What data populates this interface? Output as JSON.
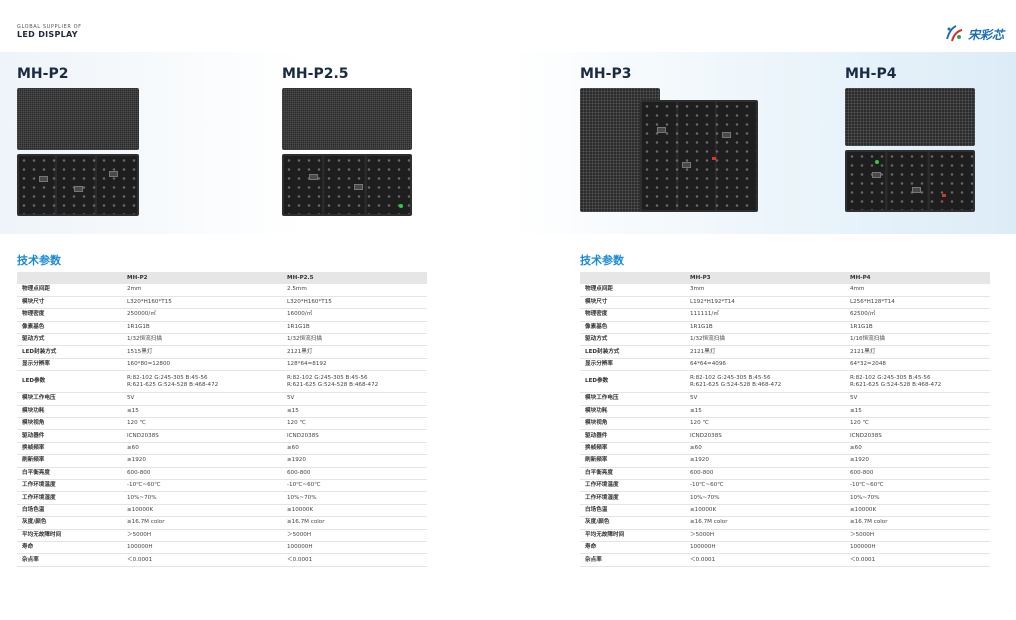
{
  "brand": {
    "subtitle": "GLOBAL SUPPLIER OF",
    "title": "LED DISPLAY"
  },
  "logo": {
    "text": "宋彩芯",
    "colors": {
      "blue": "#1a6fb8",
      "red": "#d9262c",
      "green": "#2aa34a"
    }
  },
  "products": [
    {
      "model": "MH-P2"
    },
    {
      "model": "MH-P2.5"
    },
    {
      "model": "MH-P3"
    },
    {
      "model": "MH-P4"
    }
  ],
  "section_title": "技术参数",
  "spec_labels": [
    "物理点间距",
    "模块尺寸",
    "物理密度",
    "像素基色",
    "驱动方式",
    "LED封装方式",
    "显示分辨率",
    "LED参数",
    "模块工作电压",
    "模块功耗",
    "模块视角",
    "驱动器件",
    "换帧频率",
    "刷新频率",
    "白平衡亮度",
    "工作环境温度",
    "工作环境湿度",
    "白场色温",
    "灰度/颜色",
    "平均无故障时间",
    "寿命",
    "杂点率"
  ],
  "tables": [
    {
      "headers": [
        "",
        "MH-P2",
        "MH-P2.5"
      ],
      "columns": [
        [
          "2mm",
          "L320*H160*T15",
          "250000/㎡",
          "1R1G1B",
          "1/32恒流扫描",
          "1515黑灯",
          "160*80=12800",
          [
            "R:82-102  G:245-305  B:45-56",
            "R:621-625  G:524-528  B:468-472"
          ],
          "5V",
          "≤15",
          "120 ℃",
          "ICND2038S",
          "≥60",
          "≥1920",
          "600-800",
          "-10℃~60℃",
          "10%~70%",
          "≥10000K",
          "≥16.7M color",
          "＞5000H",
          "100000H",
          "＜0.0001"
        ],
        [
          "2.5mm",
          "L320*H160*T15",
          "16000/㎡",
          "1R1G1B",
          "1/32恒流扫描",
          "2121黑灯",
          "128*64=8192",
          [
            "R:82-102  G:245-305  B:45-56",
            "R:621-625  G:524-528  B:468-472"
          ],
          "5V",
          "≤15",
          "120 ℃",
          "ICND2038S",
          "≥60",
          "≥1920",
          "600-800",
          "-10℃~60℃",
          "10%~70%",
          "≥10000K",
          "≥16.7M color",
          "＞5000H",
          "100000H",
          "＜0.0001"
        ]
      ]
    },
    {
      "headers": [
        "",
        "MH-P3",
        "MH-P4"
      ],
      "columns": [
        [
          "3mm",
          "L192*H192*T14",
          "111111/㎡",
          "1R1G1B",
          "1/32恒流扫描",
          "2121黑灯",
          "64*64=4096",
          [
            "R:82-102  G:245-305  B:45-56",
            "R:621-625  G:524-528  B:468-472"
          ],
          "5V",
          "≤15",
          "120 ℃",
          "ICND2038S",
          "≥60",
          "≥1920",
          "600-800",
          "-10℃~60℃",
          "10%~70%",
          "≥10000K",
          "≥16.7M color",
          "＞5000H",
          "100000H",
          "＜0.0001"
        ],
        [
          "4mm",
          "L256*H128*T14",
          "62500/㎡",
          "1R1G1B",
          "1/16恒流扫描",
          "2121黑灯",
          "64*32=2048",
          [
            "R:82-102  G:245-305  B:45-56",
            "R:621-625  G:524-528  B:468-472"
          ],
          "5V",
          "≤15",
          "120 ℃",
          "ICND2038S",
          "≥60",
          "≥1920",
          "600-800",
          "-10℃~60℃",
          "10%~70%",
          "≥10000K",
          "≥16.7M color",
          "＞5000H",
          "100000H",
          "＜0.0001"
        ]
      ]
    }
  ]
}
